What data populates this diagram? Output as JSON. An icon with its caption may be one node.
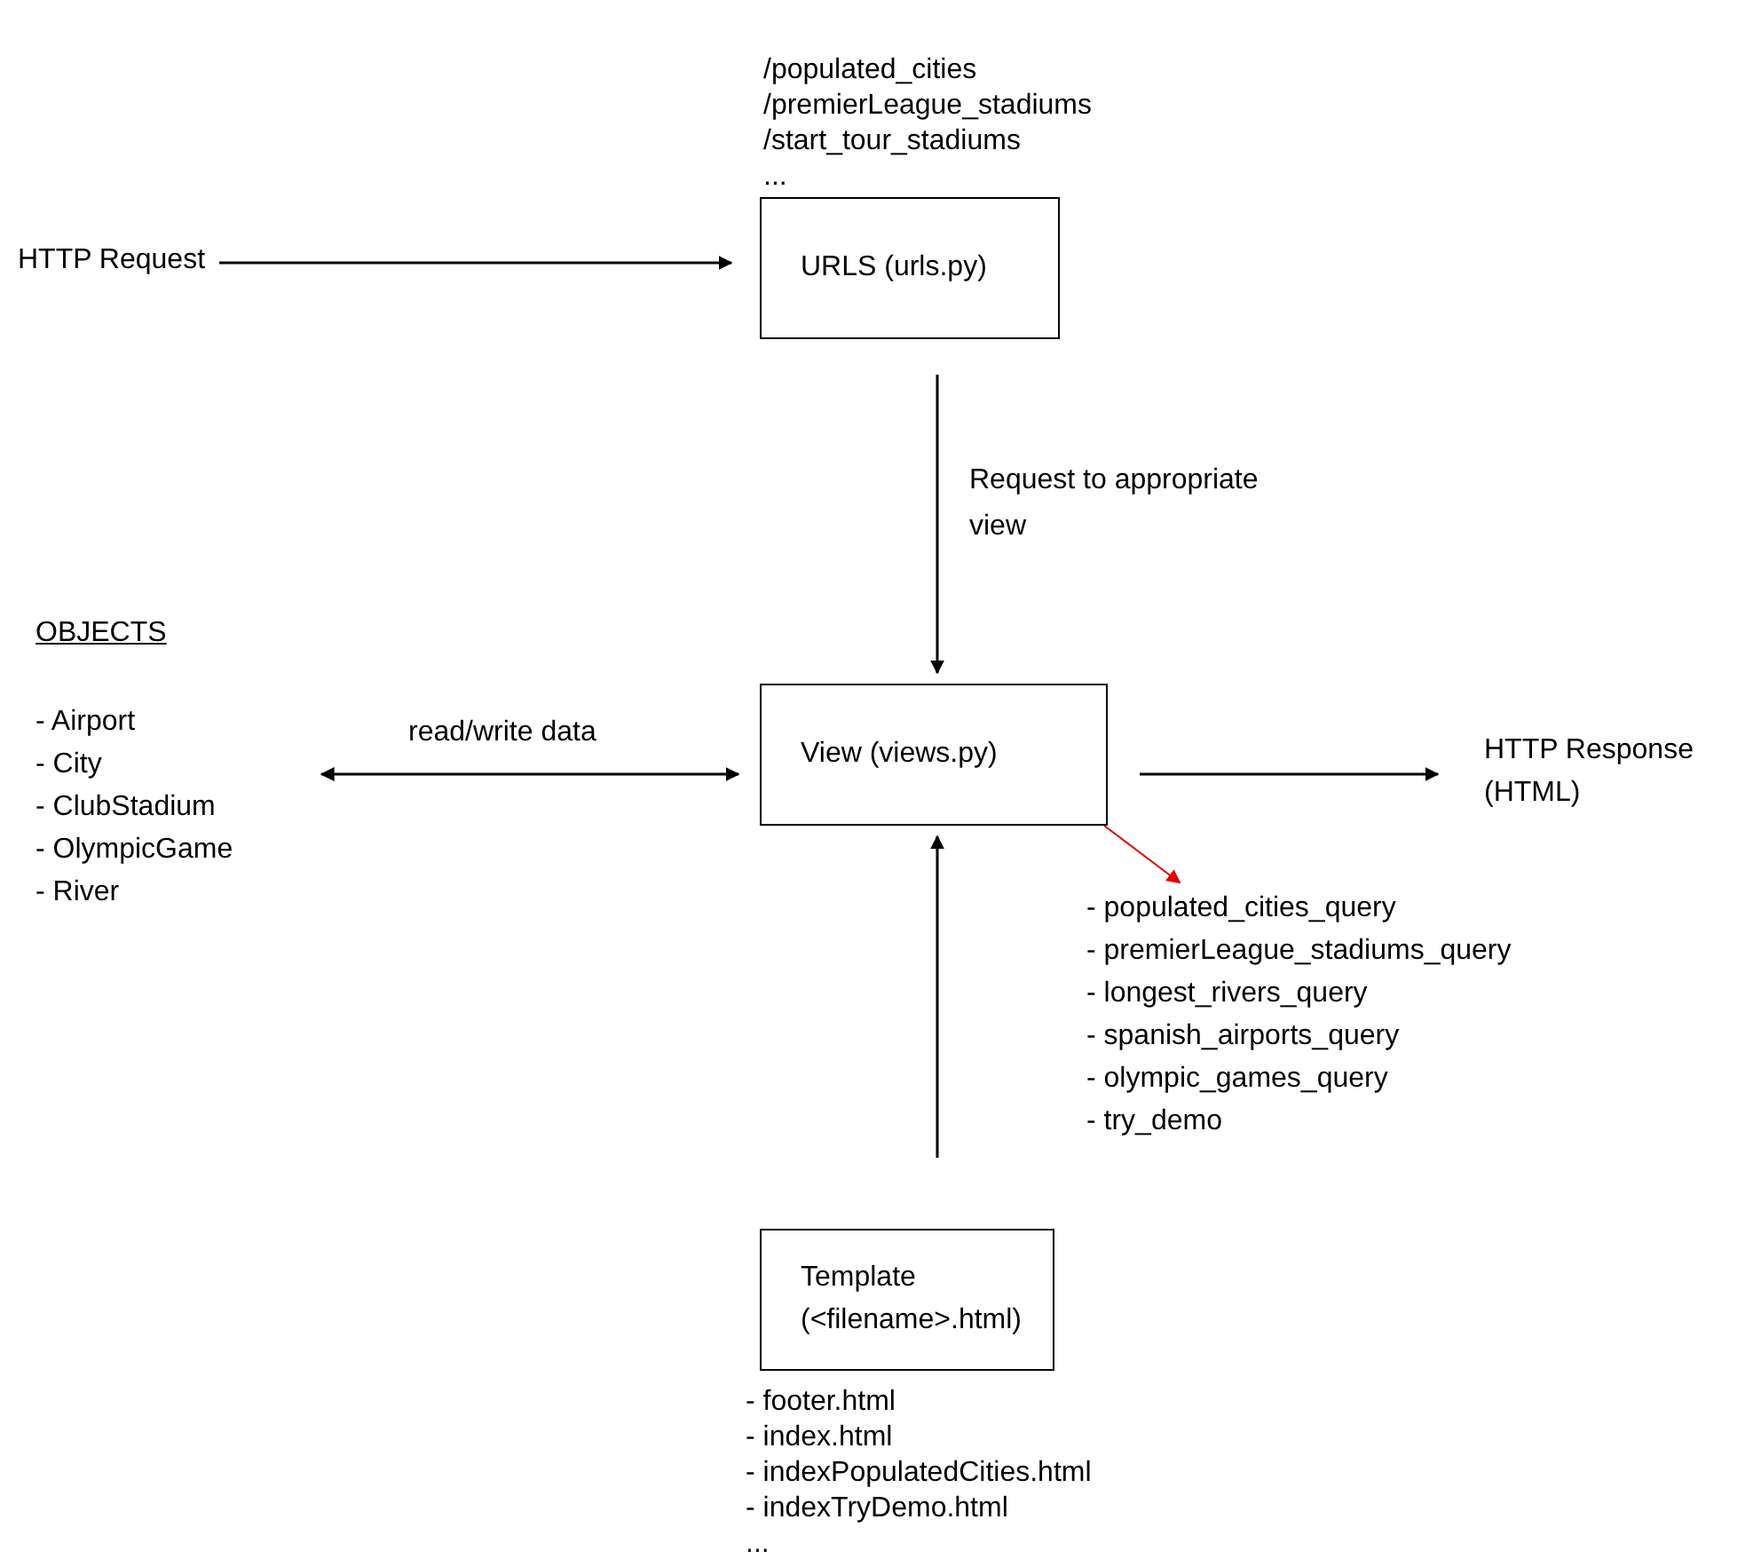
{
  "diagram": {
    "nodes": [
      {
        "text": [
          "HTTP Request"
        ]
      },
      {
        "text": [
          "URLS (urls.py)"
        ],
        "beside": [
          "/populated_cities",
          "/premierLeague_stadiums",
          "/start_tour_stadiums",
          "..."
        ]
      },
      {
        "text": [
          "OBJECTS",
          "- Airport",
          "- City",
          "- ClubStadium",
          "- OlympicGame",
          "- River"
        ]
      },
      {
        "text": [
          "View (views.py)"
        ]
      },
      {
        "text": [
          "HTTP Response (HTML)"
        ]
      },
      {
        "text": [
          "- populated_cities_query",
          "- premierLeague_stadiums_query",
          "- longest_rivers_query",
          "- spanish_airports_query",
          "- olympic_games_query",
          "- try_demo"
        ]
      },
      {
        "text": [
          "Template (<filename>.html)"
        ],
        "beside": [
          "- footer.html",
          "- index.html",
          "- indexPopulatedCities.html",
          "- indexTryDemo.html",
          "..."
        ]
      }
    ],
    "edges": [
      {
        "from": 0,
        "to": 1,
        "arrow": "to"
      },
      {
        "from": 1,
        "to": 3,
        "arrow": "to",
        "label": "Request to appropriate view"
      },
      {
        "from": 2,
        "to": 3,
        "arrow": "both",
        "label": "read/write data"
      },
      {
        "from": 3,
        "to": 4,
        "arrow": "to"
      },
      {
        "from": 3,
        "to": 5,
        "arrow": "to",
        "color": "#e00000"
      },
      {
        "from": 6,
        "to": 3,
        "arrow": "to"
      }
    ]
  }
}
